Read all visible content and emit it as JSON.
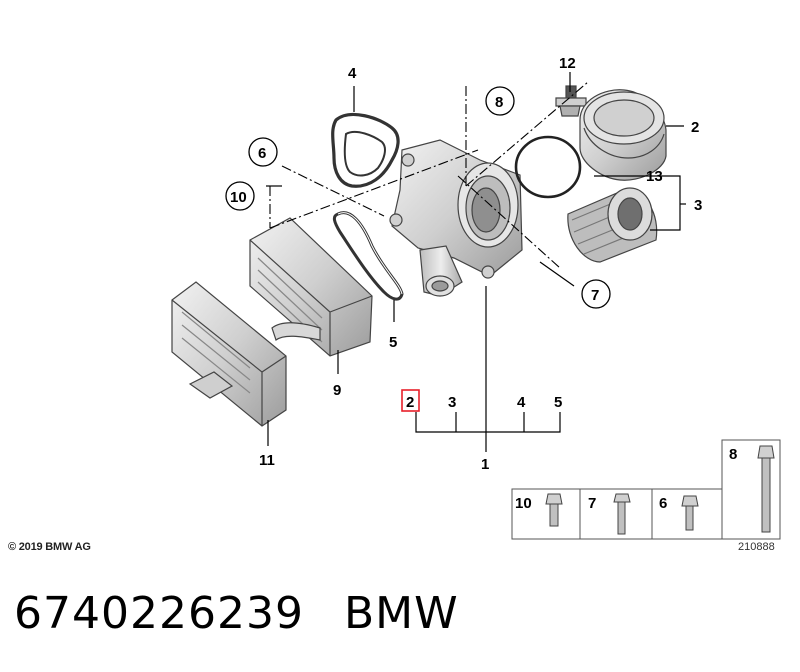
{
  "labels": {
    "n1": "1",
    "n2": "2",
    "n3": "3",
    "n4": "4",
    "n5": "5",
    "n6": "6",
    "n7": "7",
    "n8": "8",
    "n9": "9",
    "n10": "10",
    "n11": "11",
    "n12": "12",
    "n13": "13"
  },
  "callout_row": [
    "2",
    "3",
    "4",
    "5"
  ],
  "hardware_box": {
    "b10": "10",
    "b7": "7",
    "b6": "6",
    "b8": "8"
  },
  "copyright": "© 2019 BMW AG",
  "diagram_ref": "210888",
  "part_number": "6740226239",
  "brand": "BMW",
  "colors": {
    "highlight": "#e8202a",
    "line": "#000000",
    "part_fill": "#d9d9d9",
    "part_stroke": "#444444"
  }
}
